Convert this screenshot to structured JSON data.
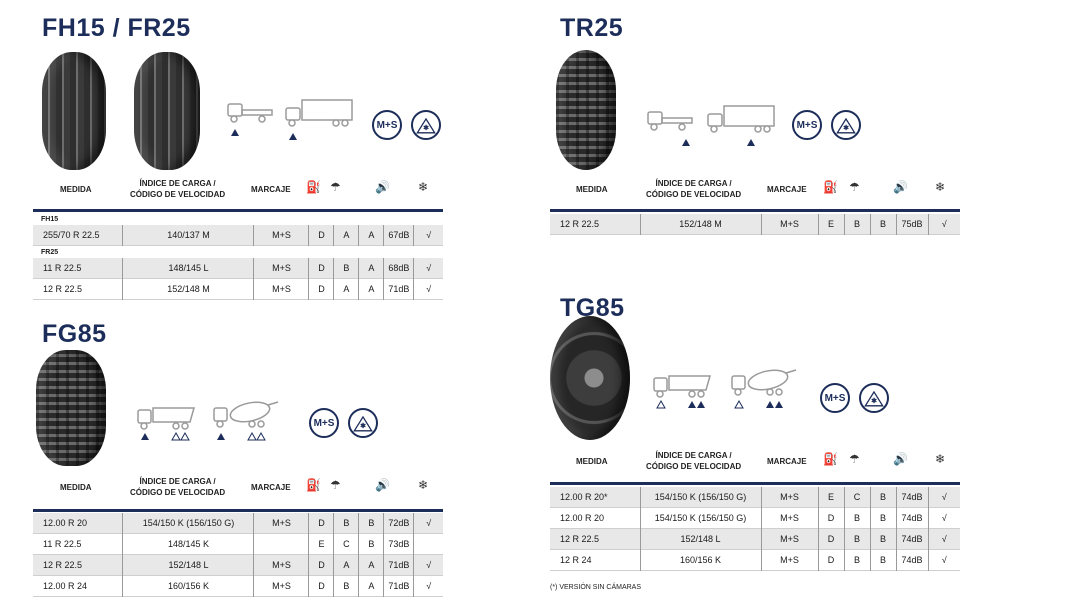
{
  "headers": {
    "medida": "MEDIDA",
    "indice_l1": "ÍNDICE DE CARGA /",
    "indice_l2": "CÓDIGO DE VELOCIDAD",
    "marcaje": "MARCAJE"
  },
  "badges": {
    "ms": "M+S"
  },
  "fh15_fr25": {
    "title": "FH15 / FR25",
    "groups": [
      {
        "label": "FH15",
        "rows": [
          {
            "size": "255/70 R 22.5",
            "load": "140/137 M",
            "mark": "M+S",
            "c1": "D",
            "c2": "A",
            "c3": "A",
            "noise": "67dB",
            "snow": "√"
          }
        ]
      },
      {
        "label": "FR25",
        "rows": [
          {
            "size": "11 R 22.5",
            "load": "148/145 L",
            "mark": "M+S",
            "c1": "D",
            "c2": "B",
            "c3": "A",
            "noise": "68dB",
            "snow": "√"
          },
          {
            "size": "12 R 22.5",
            "load": "152/148 M",
            "mark": "M+S",
            "c1": "D",
            "c2": "A",
            "c3": "A",
            "noise": "71dB",
            "snow": "√"
          }
        ]
      }
    ]
  },
  "tr25": {
    "title": "TR25",
    "rows": [
      {
        "size": "12 R 22.5",
        "load": "152/148 M",
        "mark": "M+S",
        "c1": "E",
        "c2": "B",
        "c3": "B",
        "noise": "75dB",
        "snow": "√"
      }
    ]
  },
  "fg85": {
    "title": "FG85",
    "rows": [
      {
        "size": "12.00 R 20",
        "load": "154/150 K (156/150 G)",
        "mark": "M+S",
        "c1": "D",
        "c2": "B",
        "c3": "B",
        "noise": "72dB",
        "snow": "√"
      },
      {
        "size": "11 R 22.5",
        "load": "148/145 K",
        "mark": "",
        "c1": "E",
        "c2": "C",
        "c3": "B",
        "noise": "73dB",
        "snow": ""
      },
      {
        "size": "12 R 22.5",
        "load": "152/148 L",
        "mark": "M+S",
        "c1": "D",
        "c2": "A",
        "c3": "A",
        "noise": "71dB",
        "snow": "√"
      },
      {
        "size": "12.00 R 24",
        "load": "160/156 K",
        "mark": "M+S",
        "c1": "D",
        "c2": "B",
        "c3": "A",
        "noise": "71dB",
        "snow": "√"
      }
    ]
  },
  "tg85": {
    "title": "TG85",
    "rows": [
      {
        "size": "12.00 R 20*",
        "load": "154/150 K (156/150 G)",
        "mark": "M+S",
        "c1": "E",
        "c2": "C",
        "c3": "B",
        "noise": "74dB",
        "snow": "√"
      },
      {
        "size": "12.00 R 20",
        "load": "154/150 K (156/150 G)",
        "mark": "M+S",
        "c1": "D",
        "c2": "B",
        "c3": "B",
        "noise": "74dB",
        "snow": "√"
      },
      {
        "size": "12 R 22.5",
        "load": "152/148 L",
        "mark": "M+S",
        "c1": "D",
        "c2": "B",
        "c3": "B",
        "noise": "74dB",
        "snow": "√"
      },
      {
        "size": "12 R 24",
        "load": "160/156 K",
        "mark": "M+S",
        "c1": "D",
        "c2": "B",
        "c3": "B",
        "noise": "74dB",
        "snow": "√"
      }
    ],
    "footnote": "(*) VERSIÓN SIN CÁMARAS"
  },
  "colors": {
    "navy": "#1c2d5a",
    "row_alt": "#e8e8e8"
  }
}
